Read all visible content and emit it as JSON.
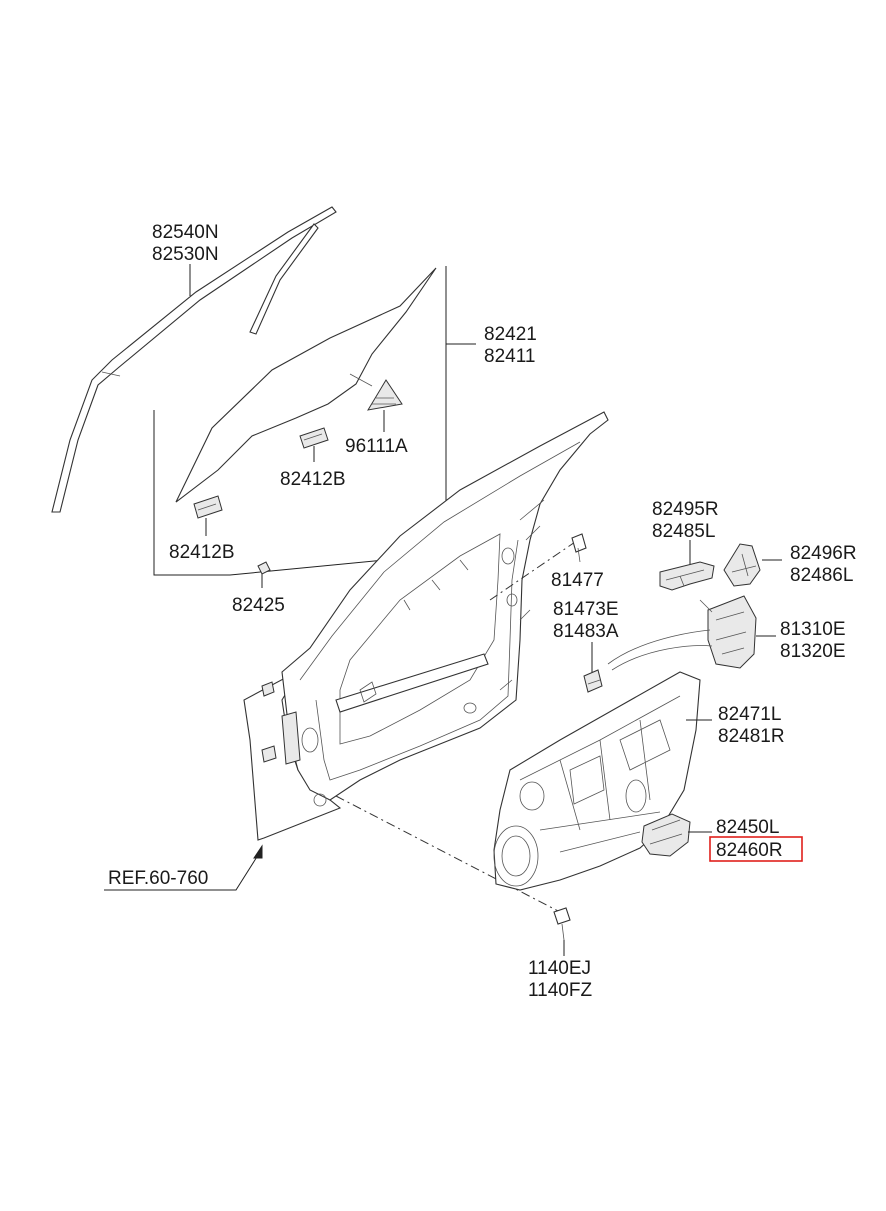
{
  "accent_color": "#e0201c",
  "labels": {
    "weatherstrip_1": "82540N",
    "weatherstrip_2": "82530N",
    "glass_1": "82421",
    "glass_2": "82411",
    "glass_guide": "96111A",
    "glass_clip_upper": "82412B",
    "glass_clip_lower": "82412B",
    "grommet": "82425",
    "bolt": "81477",
    "clip_1": "81473E",
    "clip_2": "81483A",
    "handle_1": "82495R",
    "handle_2": "82485L",
    "bracket_1": "82496R",
    "bracket_2": "82486L",
    "latch_1": "81310E",
    "latch_2": "81320E",
    "module_1": "82471L",
    "module_2": "82481R",
    "motor_1": "82450L",
    "motor_2": "82460R",
    "screw_1": "1140EJ",
    "screw_2": "1140FZ",
    "reference": "REF.60-760"
  }
}
